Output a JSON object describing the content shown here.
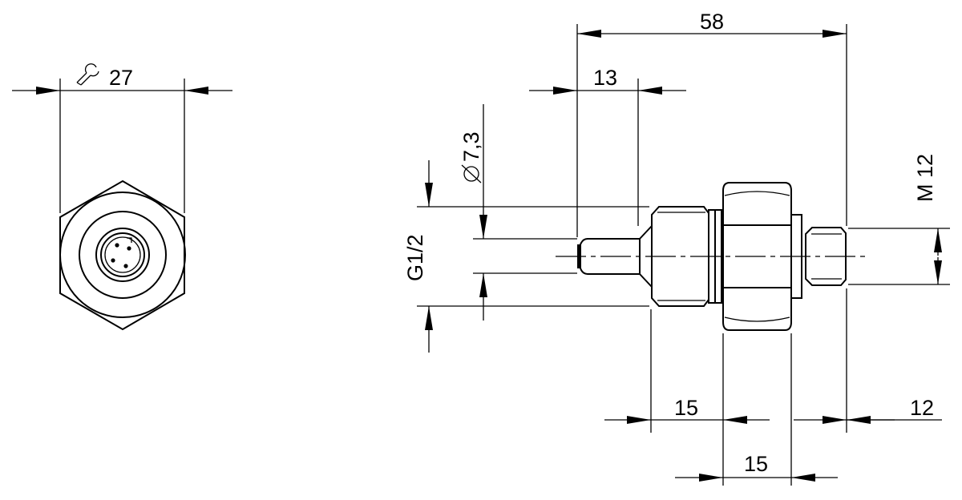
{
  "dimensions": {
    "wrench_size": "27",
    "overall_length": "58",
    "probe_length": "13",
    "probe_diameter": "7,3",
    "process_thread": "G1/2",
    "connector_thread": "M 12",
    "thread_length": "15",
    "hex_width": "15",
    "connector_length": "12"
  },
  "symbols": {
    "diameter": "⌀"
  },
  "icons": {
    "wrench": "wrench-icon",
    "arrowhead": "arrowhead-icon"
  }
}
